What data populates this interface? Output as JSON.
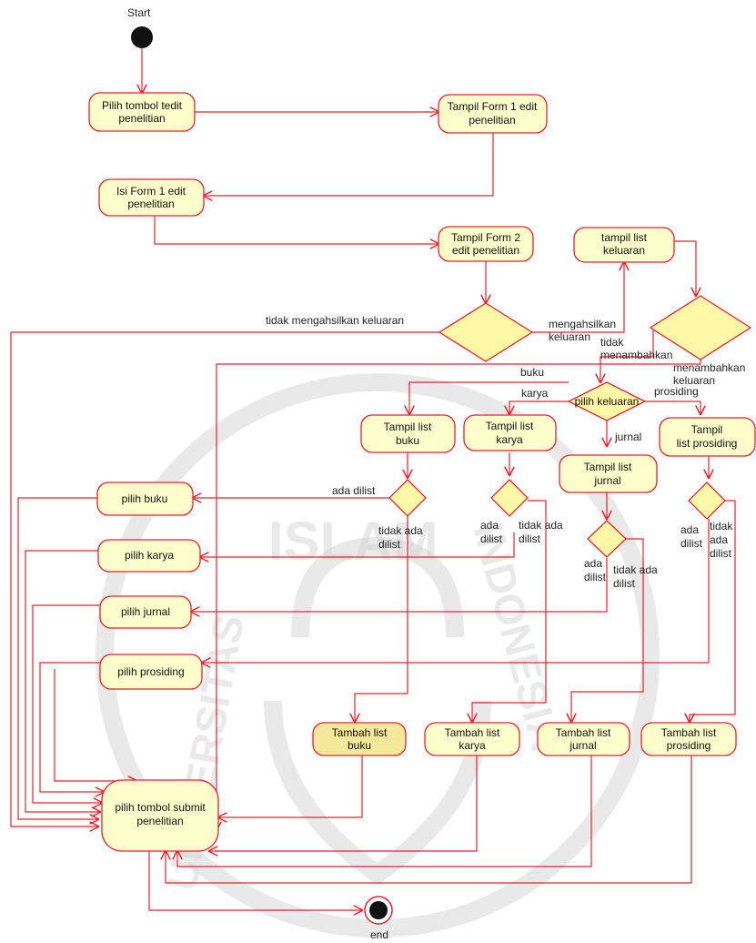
{
  "start_label": "Start",
  "end_label": "end",
  "watermark": {
    "top_text": "ISLAM",
    "left_text": "UNIVERSITAS",
    "right_text": "INDONESIA"
  },
  "nodes": {
    "pilih_tombol_edit": [
      "Pilih tombol tedit",
      "penelitian"
    ],
    "tampil_form1": [
      "Tampil Form 1 edit",
      "penelitian"
    ],
    "isi_form1": [
      "Isi Form 1 edit",
      "penelitian"
    ],
    "tampil_form2": [
      "Tampil Form 2",
      "edit penelitian"
    ],
    "tampil_list_keluaran": [
      "tampil list",
      "keluaran"
    ],
    "tampil_list_buku": [
      "Tampil list",
      "buku"
    ],
    "tampil_list_karya": [
      "Tampil list",
      "karya"
    ],
    "tampil_list_jurnal": [
      "Tampil list",
      "jurnal"
    ],
    "tampil_list_prosiding": [
      "Tampil",
      "list prosiding"
    ],
    "pilih_buku": [
      "pilih buku"
    ],
    "pilih_karya": [
      "pilih karya"
    ],
    "pilih_jurnal": [
      "pilih jurnal"
    ],
    "pilih_prosiding": [
      "pilih prosiding"
    ],
    "tambah_list_buku": [
      "Tambah list",
      "buku"
    ],
    "tambah_list_karya": [
      "Tambah list",
      "karya"
    ],
    "tambah_list_jurnal": [
      "Tambah list",
      "jurnal"
    ],
    "tambah_list_prosiding": [
      "Tambah list",
      "prosiding"
    ],
    "pilih_tombol_submit": [
      "pilih tombol submit",
      "penelitian"
    ]
  },
  "decision_labels": {
    "pilih_keluaran": "pilih keluaran"
  },
  "edge_labels": {
    "tidak_mengahsilkan": "tidak mengahsilkan keluaran",
    "mengahsilkan": [
      "mengahsilkan",
      "keluaran"
    ],
    "tidak_menambahkan": [
      "tidak",
      "menambahkan"
    ],
    "menambahkan": [
      "menambahkan",
      "keluaran"
    ],
    "buku": "buku",
    "karya": "karya",
    "prosiding": "prosiding",
    "jurnal": "jurnal",
    "ada_dilist_buku": "ada dilist",
    "tidak_ada_dilist_buku": [
      "tidak ada",
      "dilist"
    ],
    "ada_dilist_karya": [
      "ada",
      "dilist"
    ],
    "tidak_ada_dilist_karya": [
      "tidak ada",
      "dilist"
    ],
    "ada_dilist_jurnal": [
      "ada",
      "dilist"
    ],
    "tidak_ada_dilist_jurnal": [
      "tidak ada",
      "dilist"
    ],
    "ada_dilist_prosiding": [
      "ada",
      "dilist"
    ],
    "tidak_ada_dilist_prosiding": [
      "tidak",
      "ada",
      "dilist"
    ]
  },
  "colors": {
    "node_fill": "#fefecd",
    "decision_fill": "#fff8a6",
    "stroke": "#e8222e"
  }
}
